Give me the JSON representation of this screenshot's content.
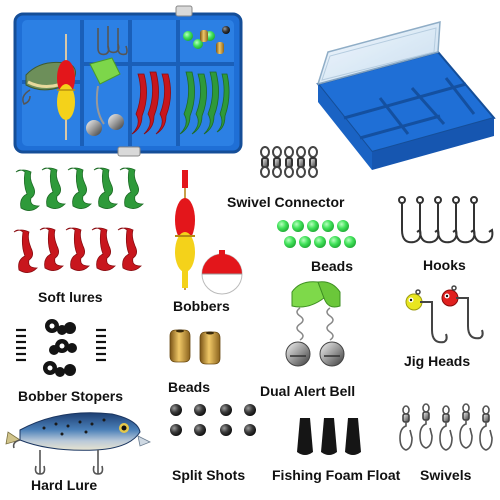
{
  "labels": {
    "swivel_connector": "Swivel Connector",
    "beads_green": "Beads",
    "hooks": "Hooks",
    "soft_lures": "Soft lures",
    "bobbers": "Bobbers",
    "jig_heads": "Jig Heads",
    "bobber_stopers": "Bobber Stopers",
    "beads_brass": "Beads",
    "dual_alert_bell": "Dual Alert Bell",
    "hard_lure": "Hard Lure",
    "split_shots": "Split Shots",
    "fishing_foam_float": "Fishing Foam Float",
    "swivels": "Swivels"
  },
  "colors": {
    "box_blue": "#1f6fd6",
    "box_lid": "#d8e8f6",
    "soft_lure_green": "#2e9a3a",
    "soft_lure_red": "#c8161d",
    "bead_green": "#3fe65a",
    "bobber_red": "#e3161b",
    "bobber_yellow": "#f4d21a",
    "brass": "#c9962c",
    "black": "#151515",
    "jig_yellow": "#e8e620",
    "jig_red": "#e0201f",
    "lure_blue": "#4a7fb8"
  }
}
